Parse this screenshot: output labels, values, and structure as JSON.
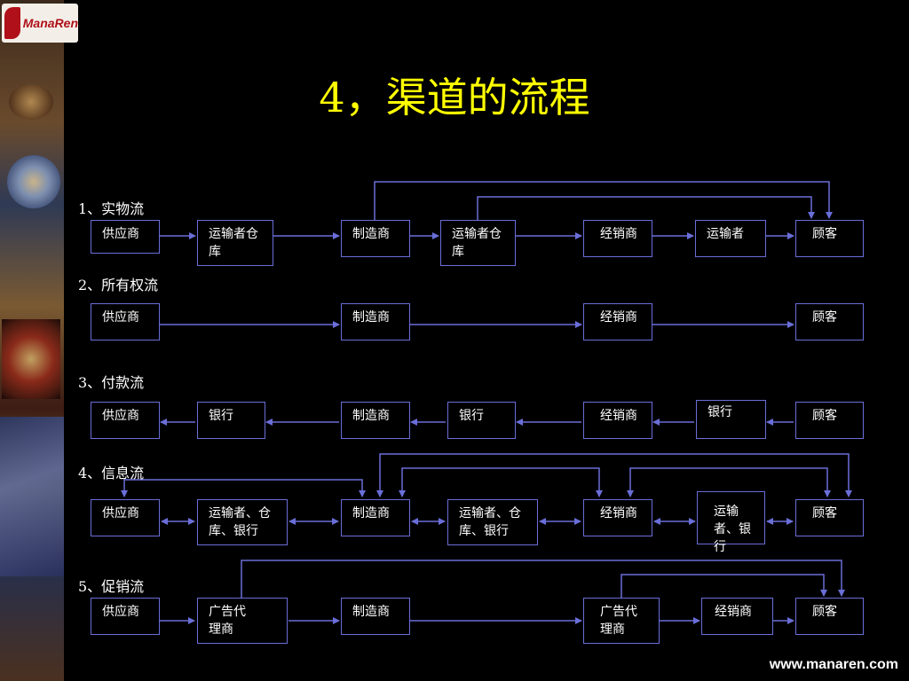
{
  "logo_text": "ManaRen",
  "title": "4，渠道的流程",
  "sections": [
    {
      "label": "1、实物流"
    },
    {
      "label": "2、所有权流"
    },
    {
      "label": "3、付款流"
    },
    {
      "label": "4、信息流"
    },
    {
      "label": "5、促销流"
    }
  ],
  "flow1": {
    "supplier": "供应商",
    "warehouse1": "运输者仓库",
    "maker": "制造商",
    "warehouse2": "运输者仓库",
    "dealer": "经销商",
    "transporter": "运输者",
    "customer": "顾客"
  },
  "flow2": {
    "supplier": "供应商",
    "maker": "制造商",
    "dealer": "经销商",
    "customer": "顾客"
  },
  "flow3": {
    "supplier": "供应商",
    "bank1": "银行",
    "maker": "制造商",
    "bank2": "银行",
    "dealer": "经销商",
    "bank3": "银行",
    "customer": "顾客"
  },
  "flow4": {
    "supplier": "供应商",
    "agent1": "运输者、仓库、银行",
    "maker": "制造商",
    "agent2": "运输者、仓库、银行",
    "dealer": "经销商",
    "agent3": "运输者、银行",
    "customer": "顾客"
  },
  "flow5": {
    "supplier": "供应商",
    "ad1": "广告代理商",
    "maker": "制造商",
    "ad2": "广告代理商",
    "dealer": "经销商",
    "customer": "顾客"
  },
  "footer_url": "www.manaren.com",
  "colors": {
    "title": "#ffff00",
    "line": "#6a6ed8",
    "background": "#000000"
  }
}
